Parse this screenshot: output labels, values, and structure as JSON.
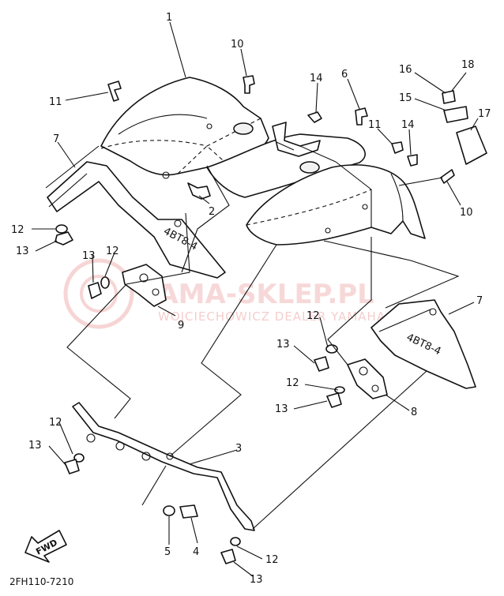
{
  "diagram": {
    "callouts": [
      {
        "id": "c1",
        "text": "1"
      },
      {
        "id": "c10a",
        "text": "10"
      },
      {
        "id": "c14a",
        "text": "14"
      },
      {
        "id": "c6",
        "text": "6"
      },
      {
        "id": "c16",
        "text": "16"
      },
      {
        "id": "c18",
        "text": "18"
      },
      {
        "id": "c15",
        "text": "15"
      },
      {
        "id": "c17",
        "text": "17"
      },
      {
        "id": "c11a",
        "text": "11"
      },
      {
        "id": "c11b",
        "text": "11"
      },
      {
        "id": "c14b",
        "text": "14"
      },
      {
        "id": "c7a",
        "text": "7"
      },
      {
        "id": "c2",
        "text": "2"
      },
      {
        "id": "c10b",
        "text": "10"
      },
      {
        "id": "c12a",
        "text": "12"
      },
      {
        "id": "c13a",
        "text": "13"
      },
      {
        "id": "c13b",
        "text": "13"
      },
      {
        "id": "c12b",
        "text": "12"
      },
      {
        "id": "c9",
        "text": "9"
      },
      {
        "id": "c7b",
        "text": "7"
      },
      {
        "id": "c12c",
        "text": "12"
      },
      {
        "id": "c13c",
        "text": "13"
      },
      {
        "id": "c12d",
        "text": "12"
      },
      {
        "id": "c13d",
        "text": "13"
      },
      {
        "id": "c8",
        "text": "8"
      },
      {
        "id": "c12e",
        "text": "12"
      },
      {
        "id": "c13e",
        "text": "13"
      },
      {
        "id": "c3",
        "text": "3"
      },
      {
        "id": "c5",
        "text": "5"
      },
      {
        "id": "c4",
        "text": "4"
      },
      {
        "id": "c12f",
        "text": "12"
      },
      {
        "id": "c13f",
        "text": "13"
      }
    ],
    "plate_text_left": "4BT8-4",
    "plate_text_right": "4BT8-4",
    "fwd_label": "FWD",
    "drawing_code": "2FH110-7210",
    "watermark_main": "YAMA-SKLEP.PL",
    "watermark_sub": "WOJCIECHOWICZ DEALER YAMAHA"
  }
}
